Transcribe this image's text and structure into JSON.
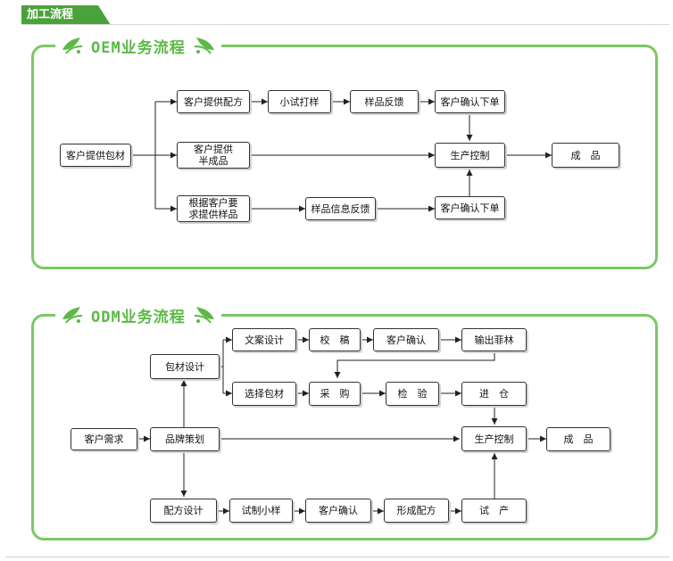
{
  "header": {
    "title": "加工流程"
  },
  "colors": {
    "accent": "#7cc866",
    "title_green": "#5cb946",
    "tab_green": "#4aa23a"
  },
  "oem": {
    "title": "OEM业务流程",
    "nodes": {
      "client_material": "客户提供包材",
      "client_formula": "客户提供配方",
      "trial_sample": "小试打样",
      "sample_feedback": "样品反馈",
      "client_order_top": "客户确认下单",
      "client_semi": "客户提供\n半成品",
      "production": "生产控制",
      "finished": "成　品",
      "per_request": "根据客户要\n求提供样品",
      "sample_info_feedback": "样品信息反馈",
      "client_order_bottom": "客户确认下单"
    }
  },
  "odm": {
    "title": "ODM业务流程",
    "nodes": {
      "client_need": "客户需求",
      "brand_plan": "品牌策划",
      "package_design": "包材设计",
      "copy_design": "文案设计",
      "proofread": "校　稿",
      "client_confirm_top": "客户确认",
      "output_film": "输出菲林",
      "choose_material": "选择包材",
      "purchase": "采　购",
      "inspect": "检　验",
      "warehouse": "进　仓",
      "production": "生产控制",
      "finished": "成　品",
      "formula_design": "配方设计",
      "trial_small": "试制小样",
      "client_confirm_bottom": "客户确认",
      "form_formula": "形成配方",
      "trial_production": "试　产"
    }
  }
}
